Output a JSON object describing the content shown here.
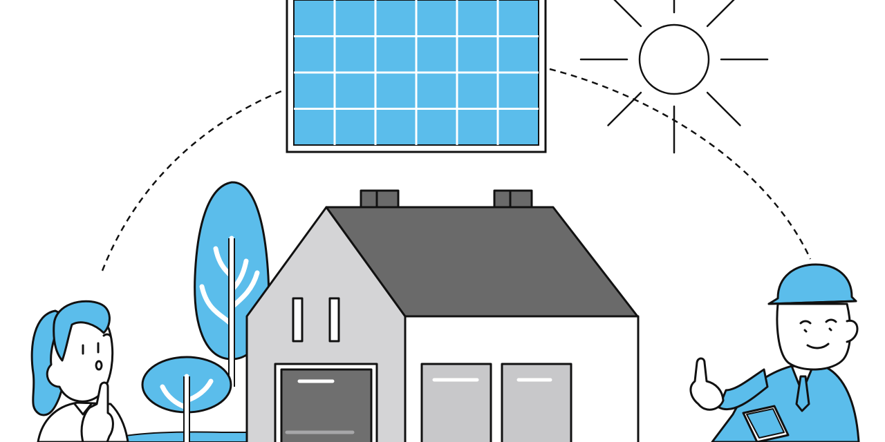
{
  "scene": {
    "subject": "solar-panel-house-consultation",
    "elements": [
      "solar-panel-icon",
      "sun-icon",
      "house-icon",
      "tree-icon",
      "woman-figure",
      "worker-figure"
    ]
  },
  "colors": {
    "accent_blue": "#5BBDEB",
    "roof_gray": "#6A6A6A",
    "wall_gray": "#D4D4D6",
    "window_gray": "#6F6F6F",
    "door_gray": "#C8C8CA",
    "outline": "#111111",
    "background": "#FFFFFF"
  }
}
